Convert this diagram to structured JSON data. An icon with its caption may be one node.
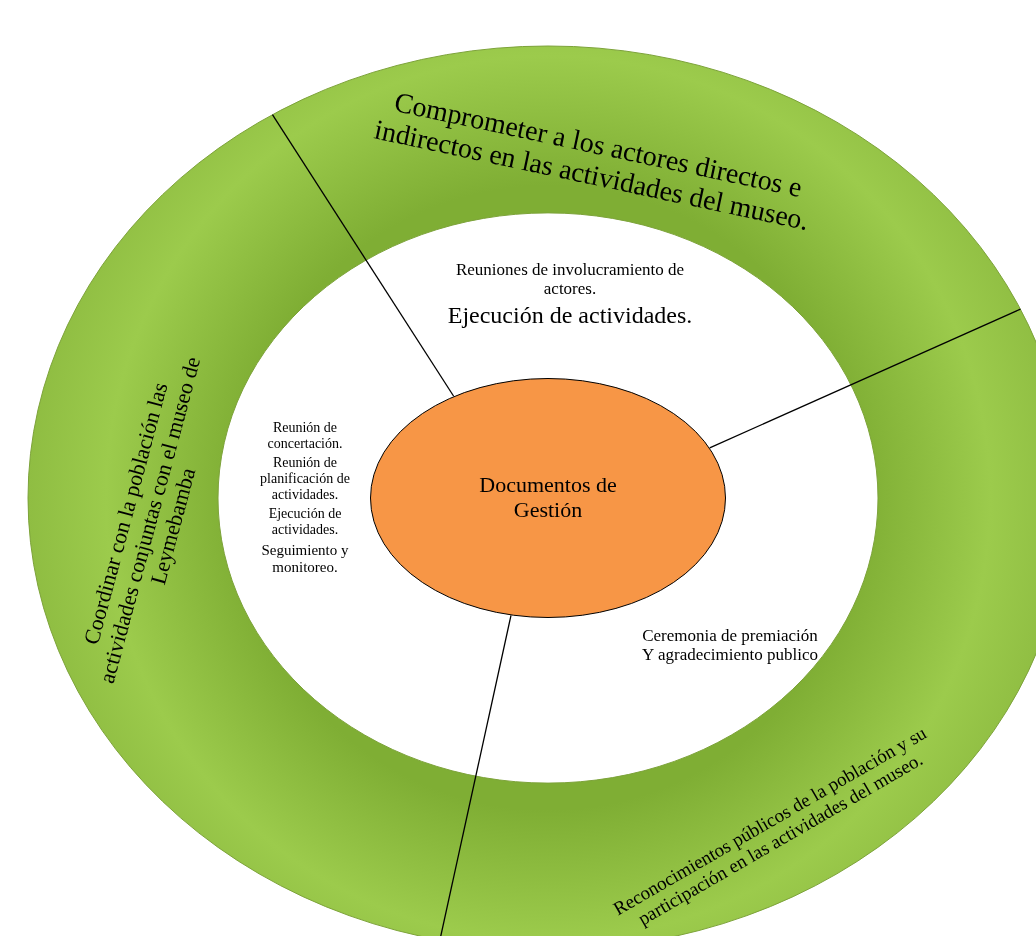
{
  "diagram": {
    "nodes": [
      {
        "text": [
          "Comprometer a los actores directos e indirectos en las actividades del museo."
        ]
      },
      {
        "text": [
          "Reconocimientos públicos de la población y su participación en las actividades del museo."
        ]
      },
      {
        "text": [
          "Coordinar con la población las actividades conjuntas con el museo de Leymebamba"
        ]
      },
      {
        "text": [
          "Reuniones de involucramiento de actores.",
          "Ejecución de actividades."
        ]
      },
      {
        "text": [
          "Reunión de concertación.",
          "Reunión de planificación de actividades.",
          "Ejecución de actividades.",
          "Seguimiento y monitoreo."
        ]
      },
      {
        "text": [
          "Ceremonia de premiación Y agradecimiento publico"
        ]
      },
      {
        "text": [
          "Documentos de Gestión"
        ]
      }
    ]
  }
}
